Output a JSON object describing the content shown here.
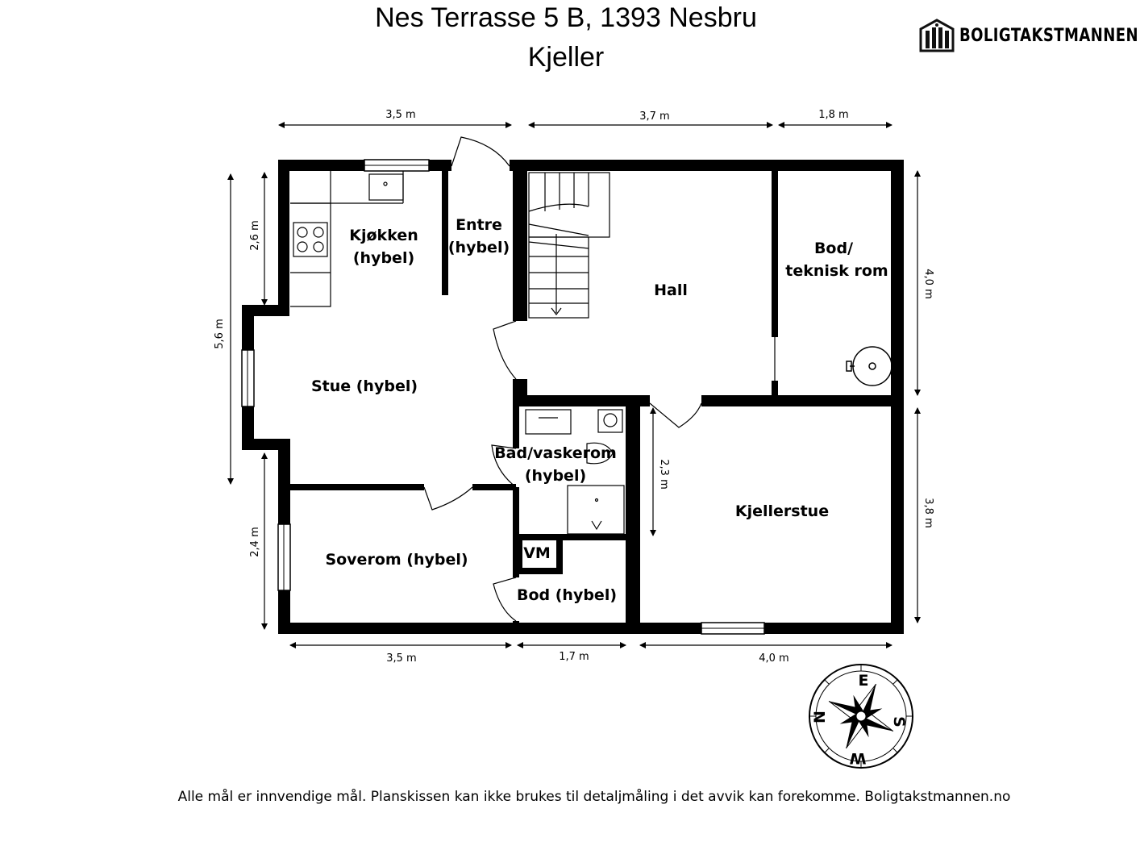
{
  "header": {
    "address": "Nes Terrasse 5 B, 1393 Nesbru",
    "floor": "Kjeller"
  },
  "logo": {
    "text": "BOLIGTAKSTMANNEN",
    "icon": "house-building-icon"
  },
  "rooms": {
    "kjokken_line1": "Kjøkken",
    "kjokken_line2": "(hybel)",
    "entre_line1": "Entre",
    "entre_line2": "(hybel)",
    "hall": "Hall",
    "bod_line1": "Bod/",
    "bod_line2": "teknisk rom",
    "stue": "Stue (hybel)",
    "bad_line1": "Bad/vaskerom",
    "bad_line2": "(hybel)",
    "kjellerstue": "Kjellerstue",
    "vm": "VM",
    "soverom": "Soverom (hybel)",
    "bod_hybel": "Bod (hybel)"
  },
  "dimensions": {
    "top_left": "3,5 m",
    "top_mid": "3,7 m",
    "top_right": "1,8 m",
    "left_upper": "2,6 m",
    "left_full": "5,6 m",
    "left_lower": "2,4 m",
    "right_upper": "4,0 m",
    "right_lower": "3,8 m",
    "inner_bath": "2,3 m",
    "bottom_left": "3,5 m",
    "bottom_mid": "1,7 m",
    "bottom_right": "4,0 m"
  },
  "compass": {
    "north": "N",
    "east": "E",
    "south": "S",
    "west": "W"
  },
  "footer": "Alle mål er innvendige mål. Planskissen kan ikke brukes til detaljmåling i det avvik kan forekomme. Boligtakstmannen.no"
}
